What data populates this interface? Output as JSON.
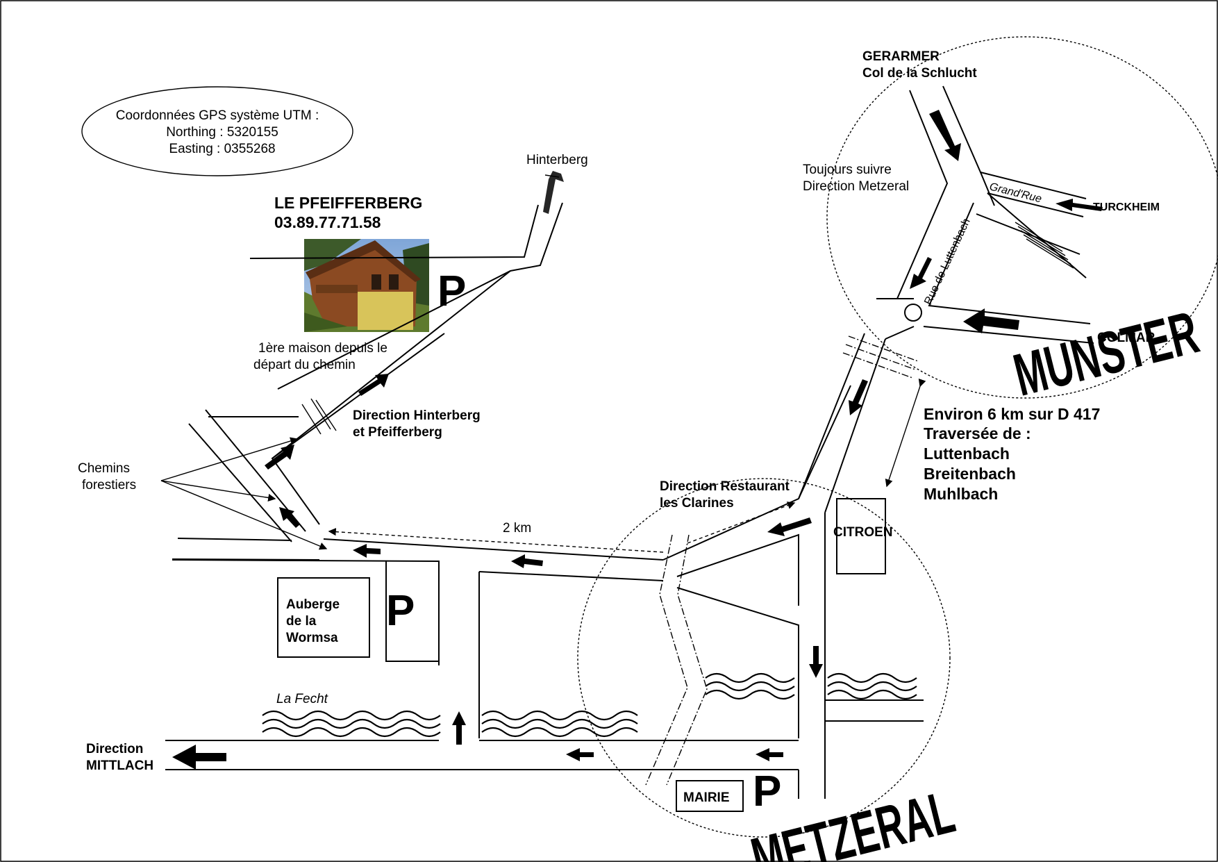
{
  "gps": {
    "title": "Coordonnées GPS système UTM :",
    "northing": "Northing : 5320155",
    "easting": "Easting : 0355268"
  },
  "lodge": {
    "name": "LE PFEIFFERBERG",
    "phone": "03.89.77.71.58",
    "note_line1": "1ère maison depuis le",
    "note_line2": "départ du chemin"
  },
  "places": {
    "hinterberg": "Hinterberg",
    "chemins_line1": "Chemins",
    "chemins_line2": "forestiers",
    "dir_hinterberg_line1": "Direction Hinterberg",
    "dir_hinterberg_line2": "et Pfeifferberg",
    "auberge_line1": "Auberge",
    "auberge_line2": "de la",
    "auberge_line3": "Wormsa",
    "river": "La Fecht",
    "dir_mittlach_line1": "Direction",
    "dir_mittlach_line2": "MITTLACH",
    "distance": "2 km",
    "dir_restaurant_line1": "Direction Restaurant",
    "dir_restaurant_line2": "les Clarines",
    "citroen": "CITROEN",
    "mairie": "MAIRIE",
    "metzeral": "METZERAL",
    "munster": "MUNSTER",
    "gerarmer": "GERARMER",
    "schlucht": "Col de la Schlucht",
    "toujours_line1": "Toujours suivre",
    "toujours_line2": "Direction Metzeral",
    "grand_rue": "Grand'Rue",
    "turckheim": "TURCKHEIM",
    "rue_luttenbach": "Rue de Luttenbach",
    "colmar": "COLMAR",
    "parking": "P"
  },
  "route_info": {
    "line1": "Environ 6 km sur D 417",
    "line2": "Traversée de :",
    "line3": "Luttenbach",
    "line4": "Breitenbach",
    "line5": "Muhlbach"
  }
}
